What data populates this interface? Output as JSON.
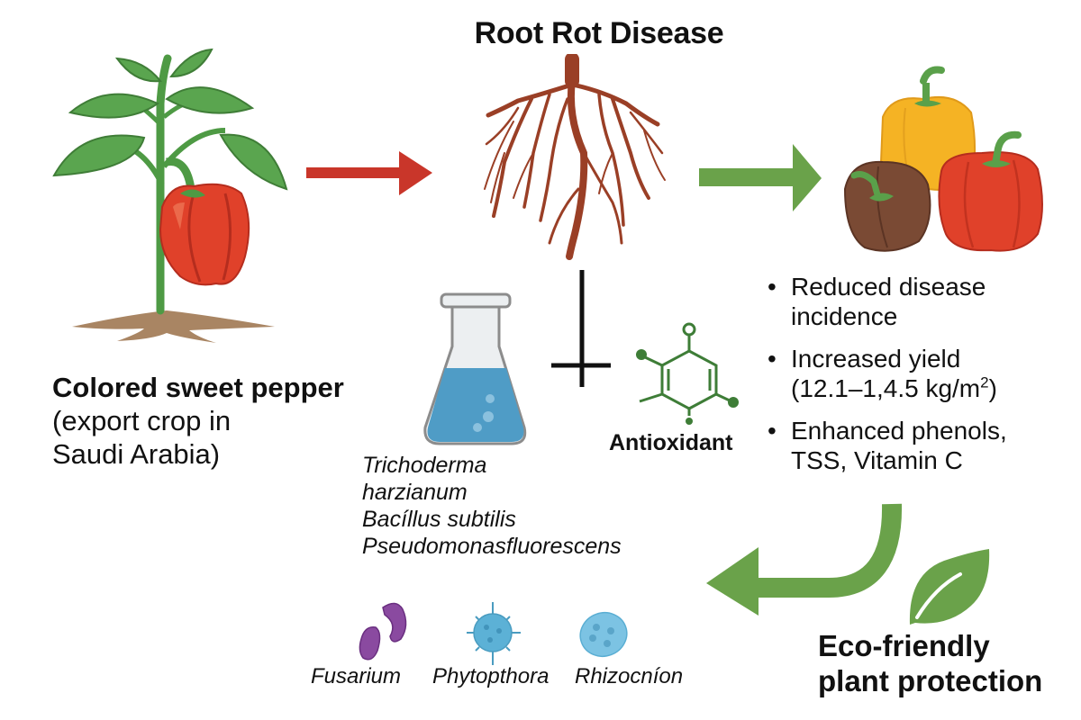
{
  "title": "Root Rot Disease",
  "crop": {
    "name": "Colored sweet pepper",
    "note_line1": "(export crop in",
    "note_line2": "Saudi Arabia)"
  },
  "benefits": [
    {
      "line1": "Reduced disease",
      "line2": "incidence"
    },
    {
      "line1": "Increased yield",
      "line2_prefix": "(12.1–1,4.5 kg/m",
      "line2_sup": "2",
      "line2_suffix": ")"
    },
    {
      "line1": "Enhanced phenols,",
      "line2": "TSS, Vitamin C"
    }
  ],
  "biocontrol_agents": [
    "Trichoderma",
    "harzianum",
    "Bacíllus subtilis",
    "Pseudomonasfluorescens"
  ],
  "antioxidant_label": "Antioxidant",
  "pathogens": [
    "Fusarium",
    "Phytopthora",
    "Rhizocníon"
  ],
  "eco": {
    "line1": "Eco-friendly",
    "line2": "plant protection"
  },
  "colors": {
    "red_arrow": "#c9362a",
    "green_arrow": "#6aa24a",
    "root_brown": "#9a3f26",
    "leaf_green": "#5aa54f",
    "pepper_red": "#e0412a",
    "pepper_yellow": "#f5b324",
    "pepper_brown": "#7a4a34",
    "flask_blue": "#4f9cc6",
    "molecule_green": "#3e7d37",
    "fusarium_purple": "#8a4aa0",
    "phytophthora_blue": "#5cb1d6"
  }
}
